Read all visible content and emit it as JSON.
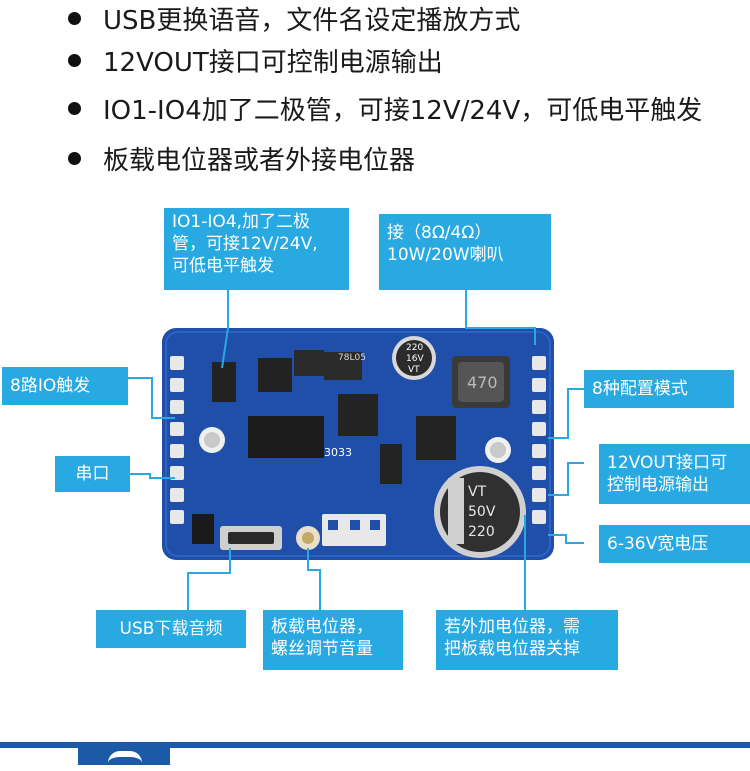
{
  "features": [
    "USB更换语音，文件名设定播放方式",
    "12VOUT接口可控制电源输出",
    "IO1-IO4加了二极管，可接12V/24V，可低电平触发",
    "板载电位器或者外接电位器"
  ],
  "callouts": {
    "io_diodes": [
      "IO1-IO4,加了二极",
      "管，可接12V/24V,",
      "可低电平触发"
    ],
    "speaker": [
      "接（8Ω/4Ω）",
      "10W/20W喇叭"
    ],
    "io8": "8路IO触发",
    "serial": "串口",
    "config": "8种配置模式",
    "vout": [
      "12VOUT接口可",
      "控制电源输出"
    ],
    "voltage": "6-36V宽电压",
    "usb": "USB下载音频",
    "pot": [
      "板载电位器，",
      "螺丝调节音量"
    ],
    "ext_pot": [
      "若外加电位器，需",
      "把板载电位器关掉"
    ]
  },
  "board": {
    "chip_label": "3033",
    "regulator": "78L05",
    "inductor": "470",
    "cap_small": [
      "220",
      "16V",
      "VT"
    ],
    "cap_large": [
      "VT",
      "50V",
      "220"
    ]
  },
  "colors": {
    "accent": "#29a9e1",
    "board": "#1f4fa8",
    "footer": "#1b5aa6"
  }
}
